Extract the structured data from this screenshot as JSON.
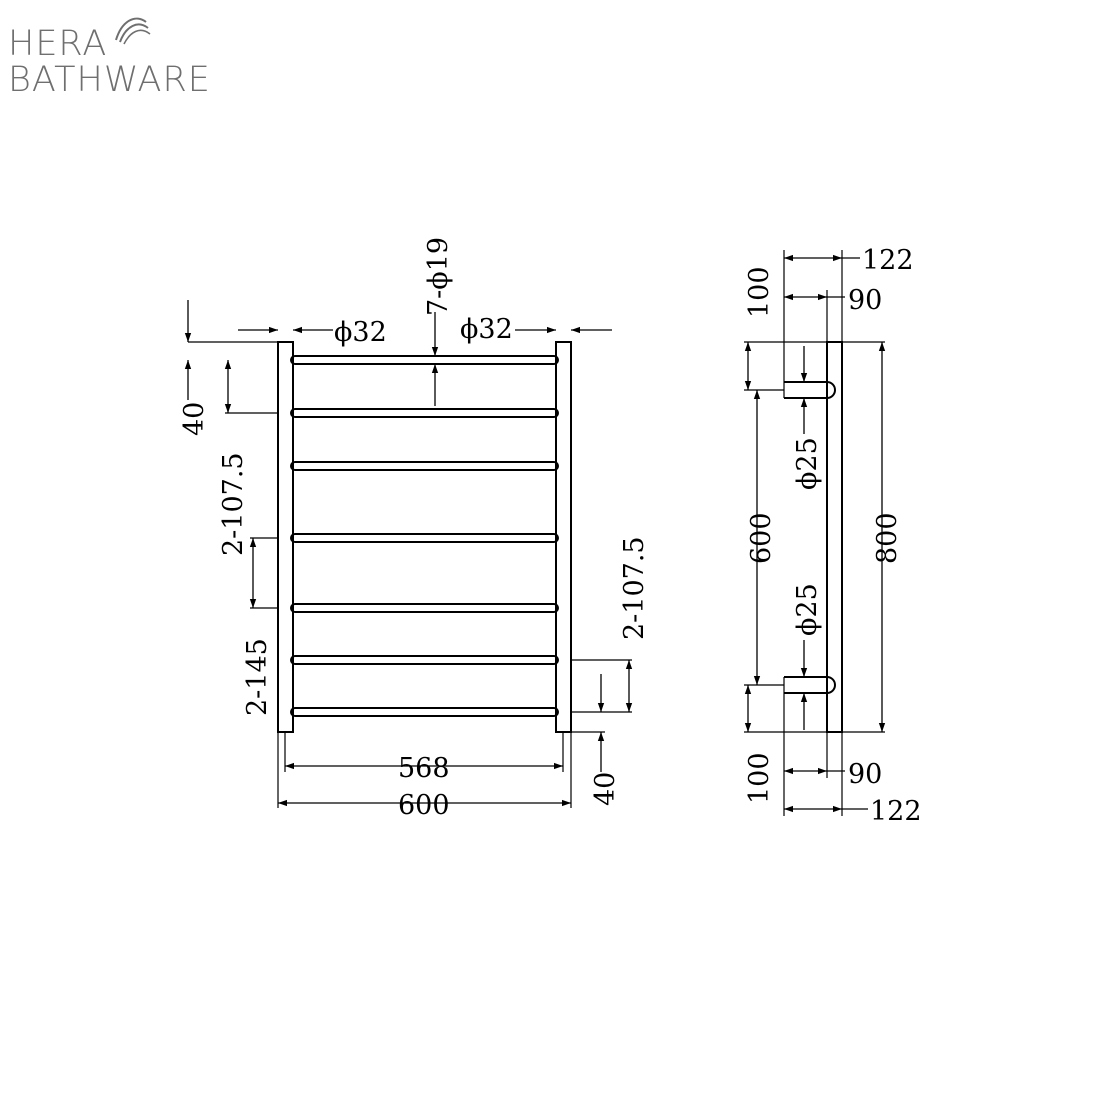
{
  "brand": {
    "line1": "HERA",
    "line2": "BATHWARE",
    "mark": "leaf-swoosh-icon",
    "color": "#6f6f6f"
  },
  "drawing": {
    "line_color": "#000000",
    "front_view": {
      "dim_tube_top_left": "ϕ32",
      "dim_tube_top_right": "ϕ32",
      "dim_bars": "7-ϕ19",
      "dim_top_offset": "40",
      "dim_upper_spacing": "2-107.5",
      "dim_middle_spacing": "2-145",
      "dim_lower_spacing": "2-107.5",
      "dim_bottom_offset": "40",
      "dim_inner_width": "568",
      "dim_outer_width": "600"
    },
    "side_view": {
      "dim_depth_top_outer": "122",
      "dim_depth_top_inner": "90",
      "dim_top_bracket": "100",
      "dim_bracket_upper": "ϕ25",
      "dim_bracket_spacing": "600",
      "dim_overall_height": "800",
      "dim_bracket_lower": "ϕ25",
      "dim_bottom_bracket": "100",
      "dim_depth_bottom_inner": "90",
      "dim_depth_bottom_outer": "122"
    }
  }
}
